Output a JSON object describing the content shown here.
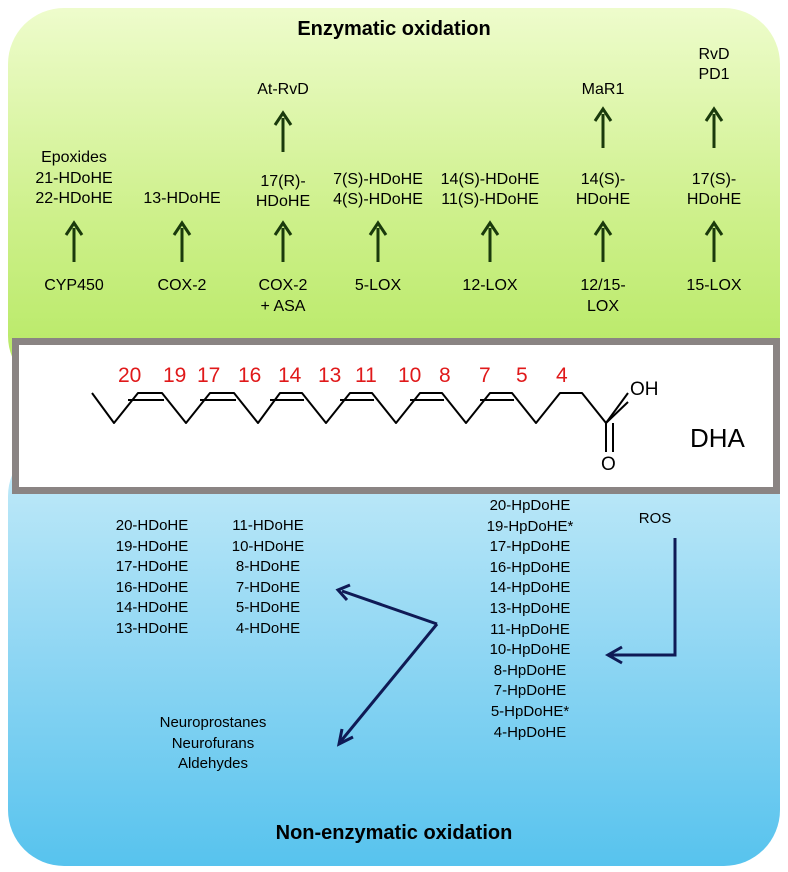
{
  "titles": {
    "top": "Enzymatic oxidation",
    "bottom": "Non-enzymatic oxidation"
  },
  "enzymes": {
    "cyp450": {
      "enzyme": "CYP450",
      "product": [
        "Epoxides",
        "21-HDoHE",
        "22-HDoHE"
      ]
    },
    "cox2": {
      "enzyme": "COX-2",
      "product": [
        "13-HDoHE"
      ]
    },
    "cox2asa": {
      "enzyme": [
        "COX-2",
        "+ ASA"
      ],
      "product": [
        "17(R)-",
        "HDoHE"
      ],
      "final": [
        "At-RvD"
      ]
    },
    "lox5": {
      "enzyme": "5-LOX",
      "product": [
        "7(S)-HDoHE",
        "4(S)-HDoHE"
      ]
    },
    "lox12": {
      "enzyme": "12-LOX",
      "product": [
        "14(S)-HDoHE",
        "11(S)-HDoHE"
      ]
    },
    "lox1215": {
      "enzyme": [
        "12/15-",
        "LOX"
      ],
      "product": [
        "14(S)-",
        "HDoHE"
      ],
      "final": [
        "MaR1"
      ]
    },
    "lox15": {
      "enzyme": "15-LOX",
      "product": [
        "17(S)-",
        "HDoHE"
      ],
      "final": [
        "RvD",
        "PD1"
      ]
    }
  },
  "dha": {
    "name": "DHA",
    "carbon_numbers": [
      "20",
      "19",
      "17",
      "16",
      "14",
      "13",
      "11",
      "10",
      "8",
      "7",
      "5",
      "4"
    ],
    "oh_label": "OH",
    "o_label": "O"
  },
  "nonenzymatic": {
    "ros": "ROS",
    "hpdohe": [
      "20-HpDoHE",
      "19-HpDoHE*",
      "17-HpDoHE",
      "16-HpDoHE",
      "14-HpDoHE",
      "13-HpDoHE",
      "11-HpDoHE",
      "10-HpDoHE",
      "8-HpDoHE",
      "7-HpDoHE",
      "5-HpDoHE*",
      "4-HpDoHE"
    ],
    "hdohe_col1": [
      "20-HDoHE",
      "19-HDoHE",
      "17-HDoHE",
      "16-HDoHE",
      "14-HDoHE",
      "13-HDoHE"
    ],
    "hdohe_col2": [
      "11-HDoHE",
      "10-HDoHE",
      "8-HDoHE",
      "7-HDoHE",
      "5-HDoHE",
      "4-HDoHE"
    ],
    "other_products": [
      "Neuroprostanes",
      "Neurofurans",
      "Aldehydes"
    ]
  },
  "colors": {
    "carbon_numbers": "#e0191a",
    "green_arrow": "#1a3a0c",
    "navy_arrow": "#0f1a55",
    "box_border": "#8a8483"
  }
}
